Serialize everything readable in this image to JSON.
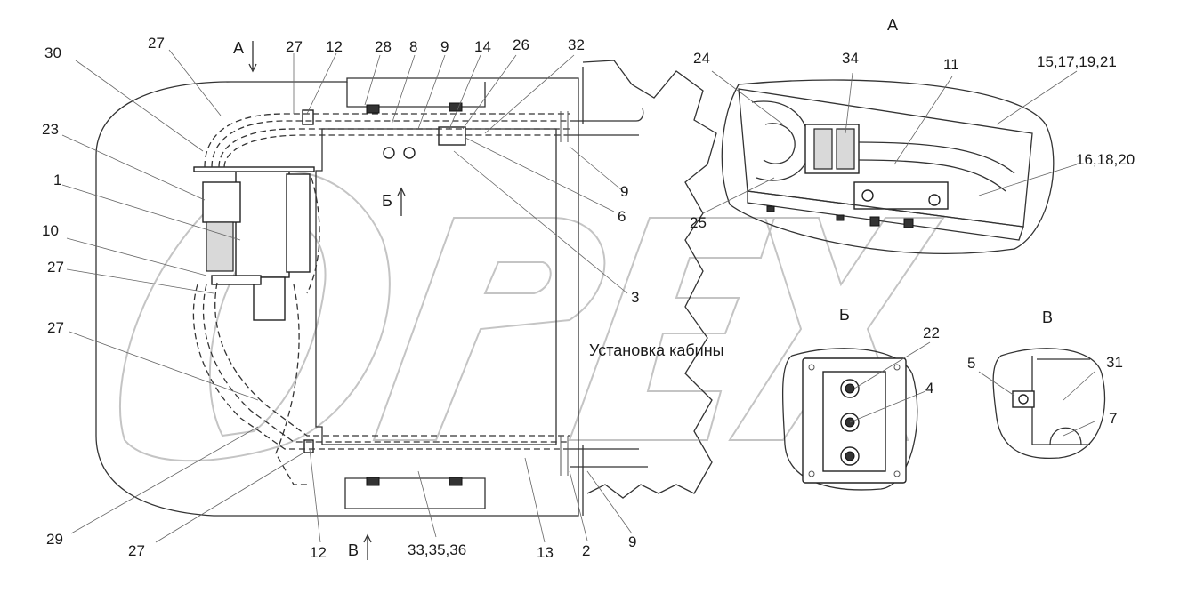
{
  "caption": "Установка кабины",
  "watermark": "OPEX",
  "views": {
    "a_main": "А",
    "b_main": "Б",
    "v_main": "В",
    "a_detail": "А",
    "b_detail": "Б",
    "v_detail": "В"
  },
  "labels": {
    "l30": "30",
    "l27a": "27",
    "l27b": "27",
    "l12a": "12",
    "l28": "28",
    "l8": "8",
    "l9a": "9",
    "l14": "14",
    "l26": "26",
    "l32": "32",
    "l23": "23",
    "l1": "1",
    "l10": "10",
    "l27c": "27",
    "l27d": "27",
    "l9b": "9",
    "l6": "6",
    "l3": "3",
    "l29": "29",
    "l27e": "27",
    "l12b": "12",
    "l3335": "33,35,36",
    "l13": "13",
    "l2": "2",
    "l9c": "9",
    "l24": "24",
    "l34": "34",
    "l11": "11",
    "l15": "15,17,19,21",
    "l16": "16,18,20",
    "l25": "25",
    "l22": "22",
    "l4": "4",
    "l5": "5",
    "l31": "31",
    "l7": "7"
  },
  "colors": {
    "line": "#333333",
    "watermark": "#c4c4c4",
    "background": "#ffffff"
  }
}
